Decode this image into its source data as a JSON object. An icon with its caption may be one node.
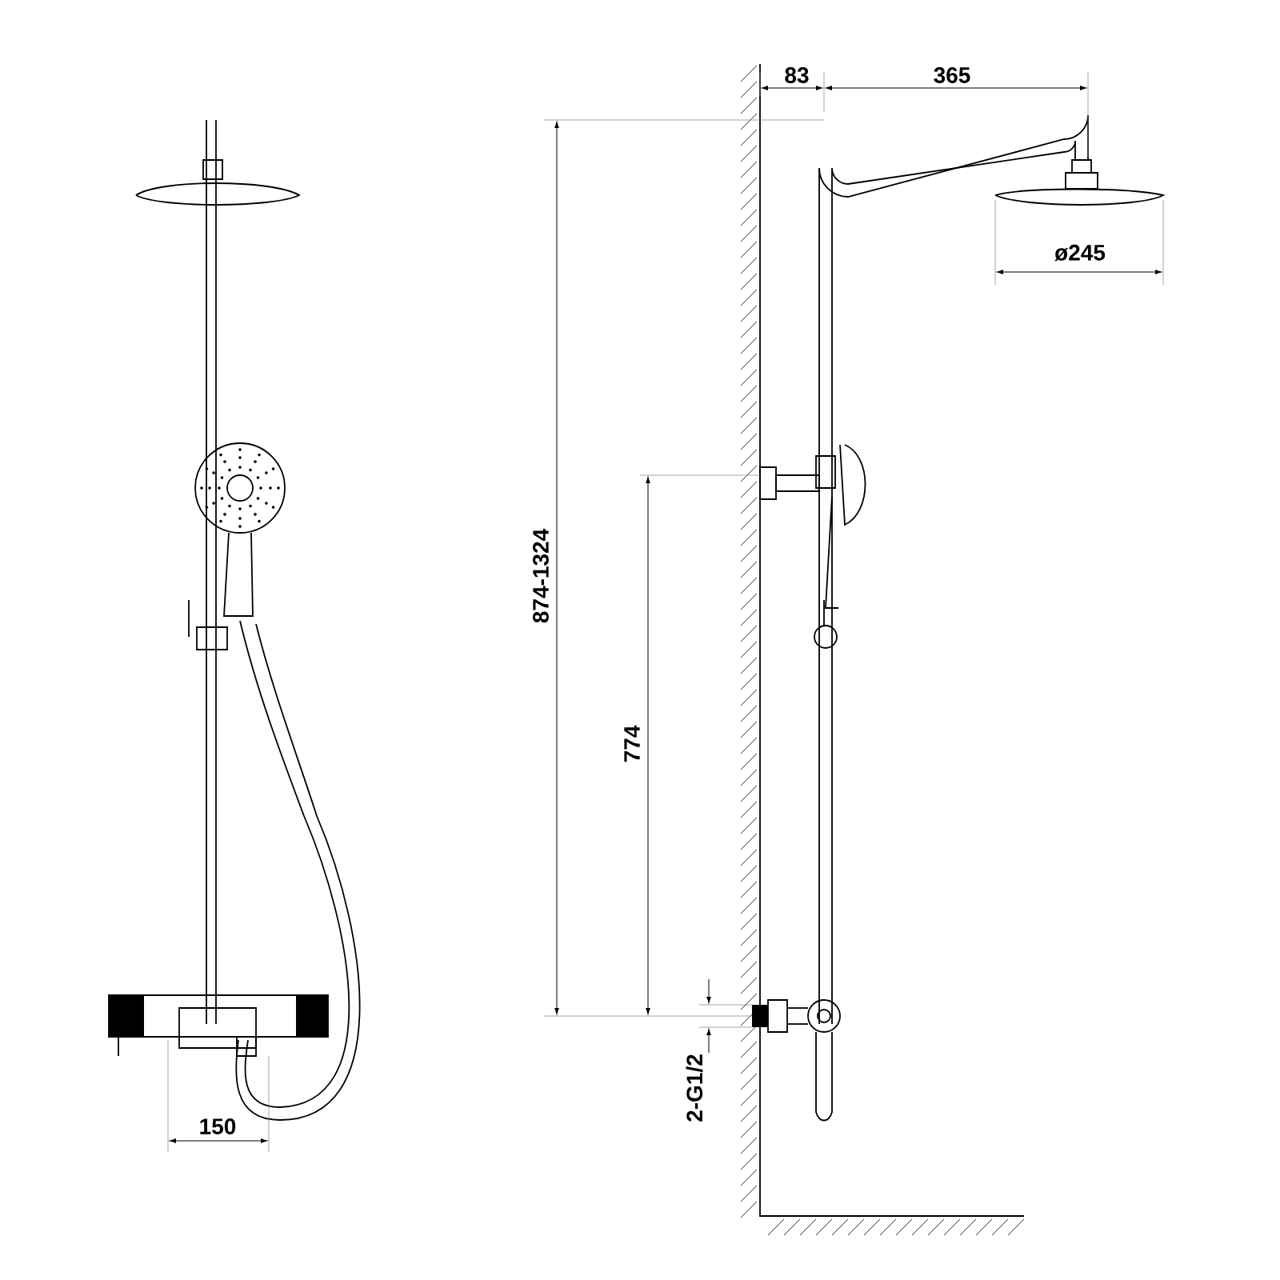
{
  "diagram": {
    "labels": [
      "83",
      "365",
      "ø245",
      "874-1324",
      "774",
      "2-G1/2",
      "150"
    ]
  }
}
